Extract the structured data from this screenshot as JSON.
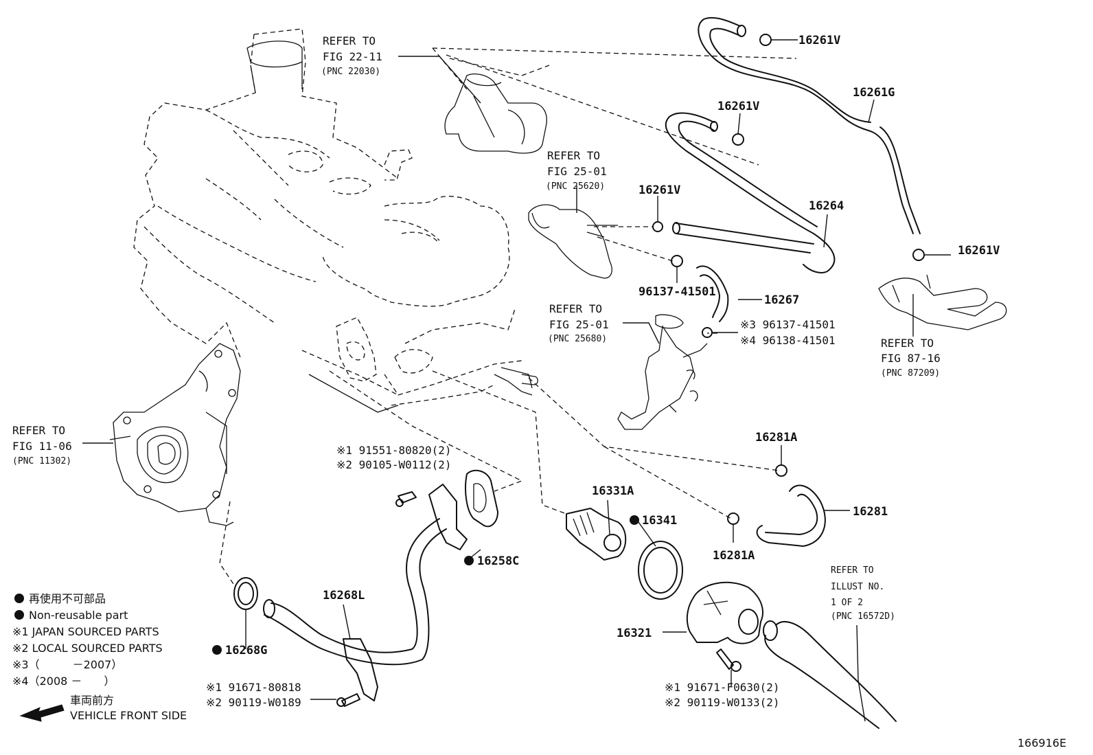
{
  "callouts": {
    "p16261V_1": "16261V",
    "p16261G": "16261G",
    "p16261V_2": "16261V",
    "p16261V_3": "16261V",
    "p16264": "16264",
    "p16261V_4": "16261V",
    "p96137_a": "96137-41501",
    "p16267": "16267",
    "p16281A_1": "16281A",
    "p16281": "16281",
    "p16281A_2": "16281A",
    "p16331A": "16331A",
    "p16341": "16341",
    "p16258C": "16258C",
    "p16268L": "16268L",
    "p16268G": "16268G",
    "p16321": "16321"
  },
  "refs": {
    "r22": {
      "l1": "REFER TO",
      "l2": "FIG 22-11",
      "pnc": "(PNC 22030)"
    },
    "r25a": {
      "l1": "REFER TO",
      "l2": "FIG 25-01",
      "pnc": "(PNC 25620)"
    },
    "r25b": {
      "l1": "REFER TO",
      "l2": "FIG 25-01",
      "pnc": "(PNC 25680)"
    },
    "r87": {
      "l1": "REFER TO",
      "l2": "FIG 87-16",
      "pnc": "(PNC 87209)"
    },
    "r11": {
      "l1": "REFER TO",
      "l2": "FIG 11-06",
      "pnc": "(PNC 11302)"
    },
    "rillust": {
      "l1": "REFER TO",
      "l2": "ILLUST NO.",
      "l3": "1 OF 2",
      "pnc": "(PNC 16572D)"
    }
  },
  "multi": {
    "hose_clamp_3": "※3 96137-41501",
    "hose_clamp_4": "※4 96138-41501",
    "bolt_a_1": "※1 91551-80820(2)",
    "bolt_a_2": "※2 90105-W0112(2)",
    "bolt_b_1": "※1 91671-80818",
    "bolt_b_2": "※2 90119-W0189",
    "bolt_c_1": "※1 91671-F0630(2)",
    "bolt_c_2": "※2 90119-W0133(2)"
  },
  "legend": {
    "non_reusable_jp": "再使用不可部品",
    "non_reusable_en": "Non-reusable part",
    "note1": "※1 JAPAN SOURCED PARTS",
    "note2": "※2 LOCAL SOURCED PARTS",
    "note3": "※3（　　　－2007）",
    "note4": "※4（2008 －　　）",
    "front_jp": "車両前方",
    "front_en": "VEHICLE FRONT SIDE"
  },
  "figure_id": "166916E"
}
